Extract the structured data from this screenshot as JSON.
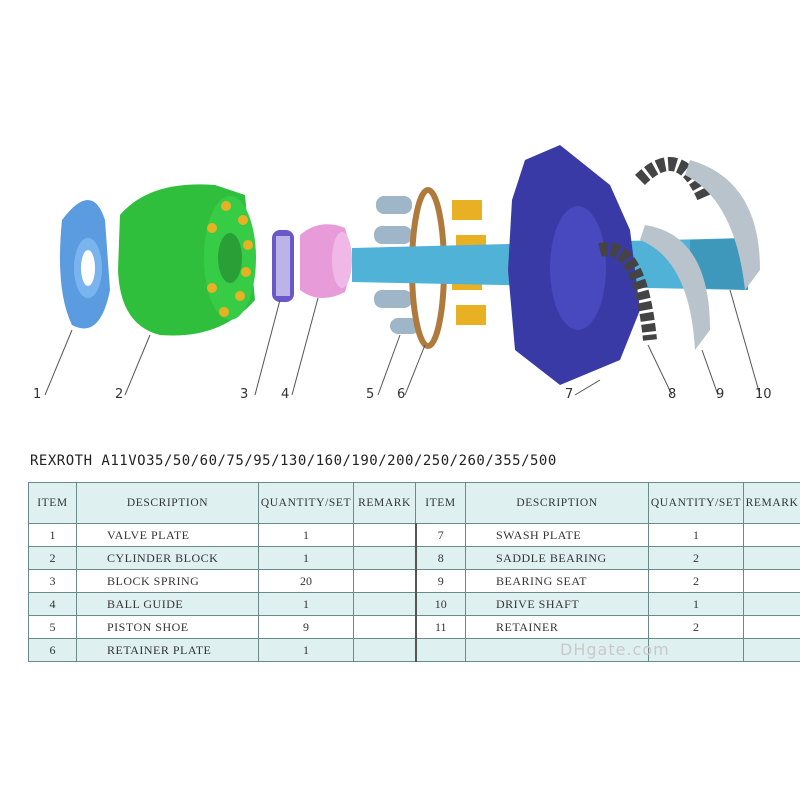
{
  "figure": {
    "callouts": [
      "1",
      "2",
      "3",
      "4",
      "5",
      "6",
      "7",
      "8",
      "9",
      "10"
    ],
    "title": "REXROTH A11VO35/50/60/75/95/130/160/190/200/250/260/355/500",
    "colors": {
      "valve_plate": "#5b9be0",
      "cylinder_block": "#2fbf3c",
      "block_spring": "#6a58c8",
      "ball_guide": "#e79bd8",
      "piston": "#9fb6c9",
      "piston_shoe": "#e7b123",
      "retainer_plate": "#b07a3c",
      "swash_plate": "#3a3aa6",
      "saddle_bearing": "#444444",
      "bearing_seat": "#b9c3cc",
      "drive_shaft": "#4fb2d6",
      "table_shade": "#dff0f0"
    }
  },
  "table": {
    "headers": [
      "ITEM",
      "DESCRIPTION",
      "QUANTITY/SET",
      "REMARK",
      "ITEM",
      "DESCRIPTION",
      "QUANTITY/SET",
      "REMARK"
    ],
    "rows": [
      {
        "l_item": "1",
        "l_desc": "VALVE PLATE",
        "l_qty": "1",
        "r_item": "7",
        "r_desc": "SWASH PLATE",
        "r_qty": "1"
      },
      {
        "l_item": "2",
        "l_desc": "CYLINDER BLOCK",
        "l_qty": "1",
        "r_item": "8",
        "r_desc": "SADDLE BEARING",
        "r_qty": "2"
      },
      {
        "l_item": "3",
        "l_desc": "BLOCK SPRING",
        "l_qty": "20",
        "r_item": "9",
        "r_desc": "BEARING SEAT",
        "r_qty": "2"
      },
      {
        "l_item": "4",
        "l_desc": "BALL GUIDE",
        "l_qty": "1",
        "r_item": "10",
        "r_desc": "DRIVE SHAFT",
        "r_qty": "1"
      },
      {
        "l_item": "5",
        "l_desc": "PISTON SHOE",
        "l_qty": "9",
        "r_item": "11",
        "r_desc": "RETAINER",
        "r_qty": "2"
      },
      {
        "l_item": "6",
        "l_desc": "RETAINER PLATE",
        "l_qty": "1",
        "r_item": "",
        "r_desc": "",
        "r_qty": ""
      }
    ]
  },
  "watermark": "DHgate.com"
}
